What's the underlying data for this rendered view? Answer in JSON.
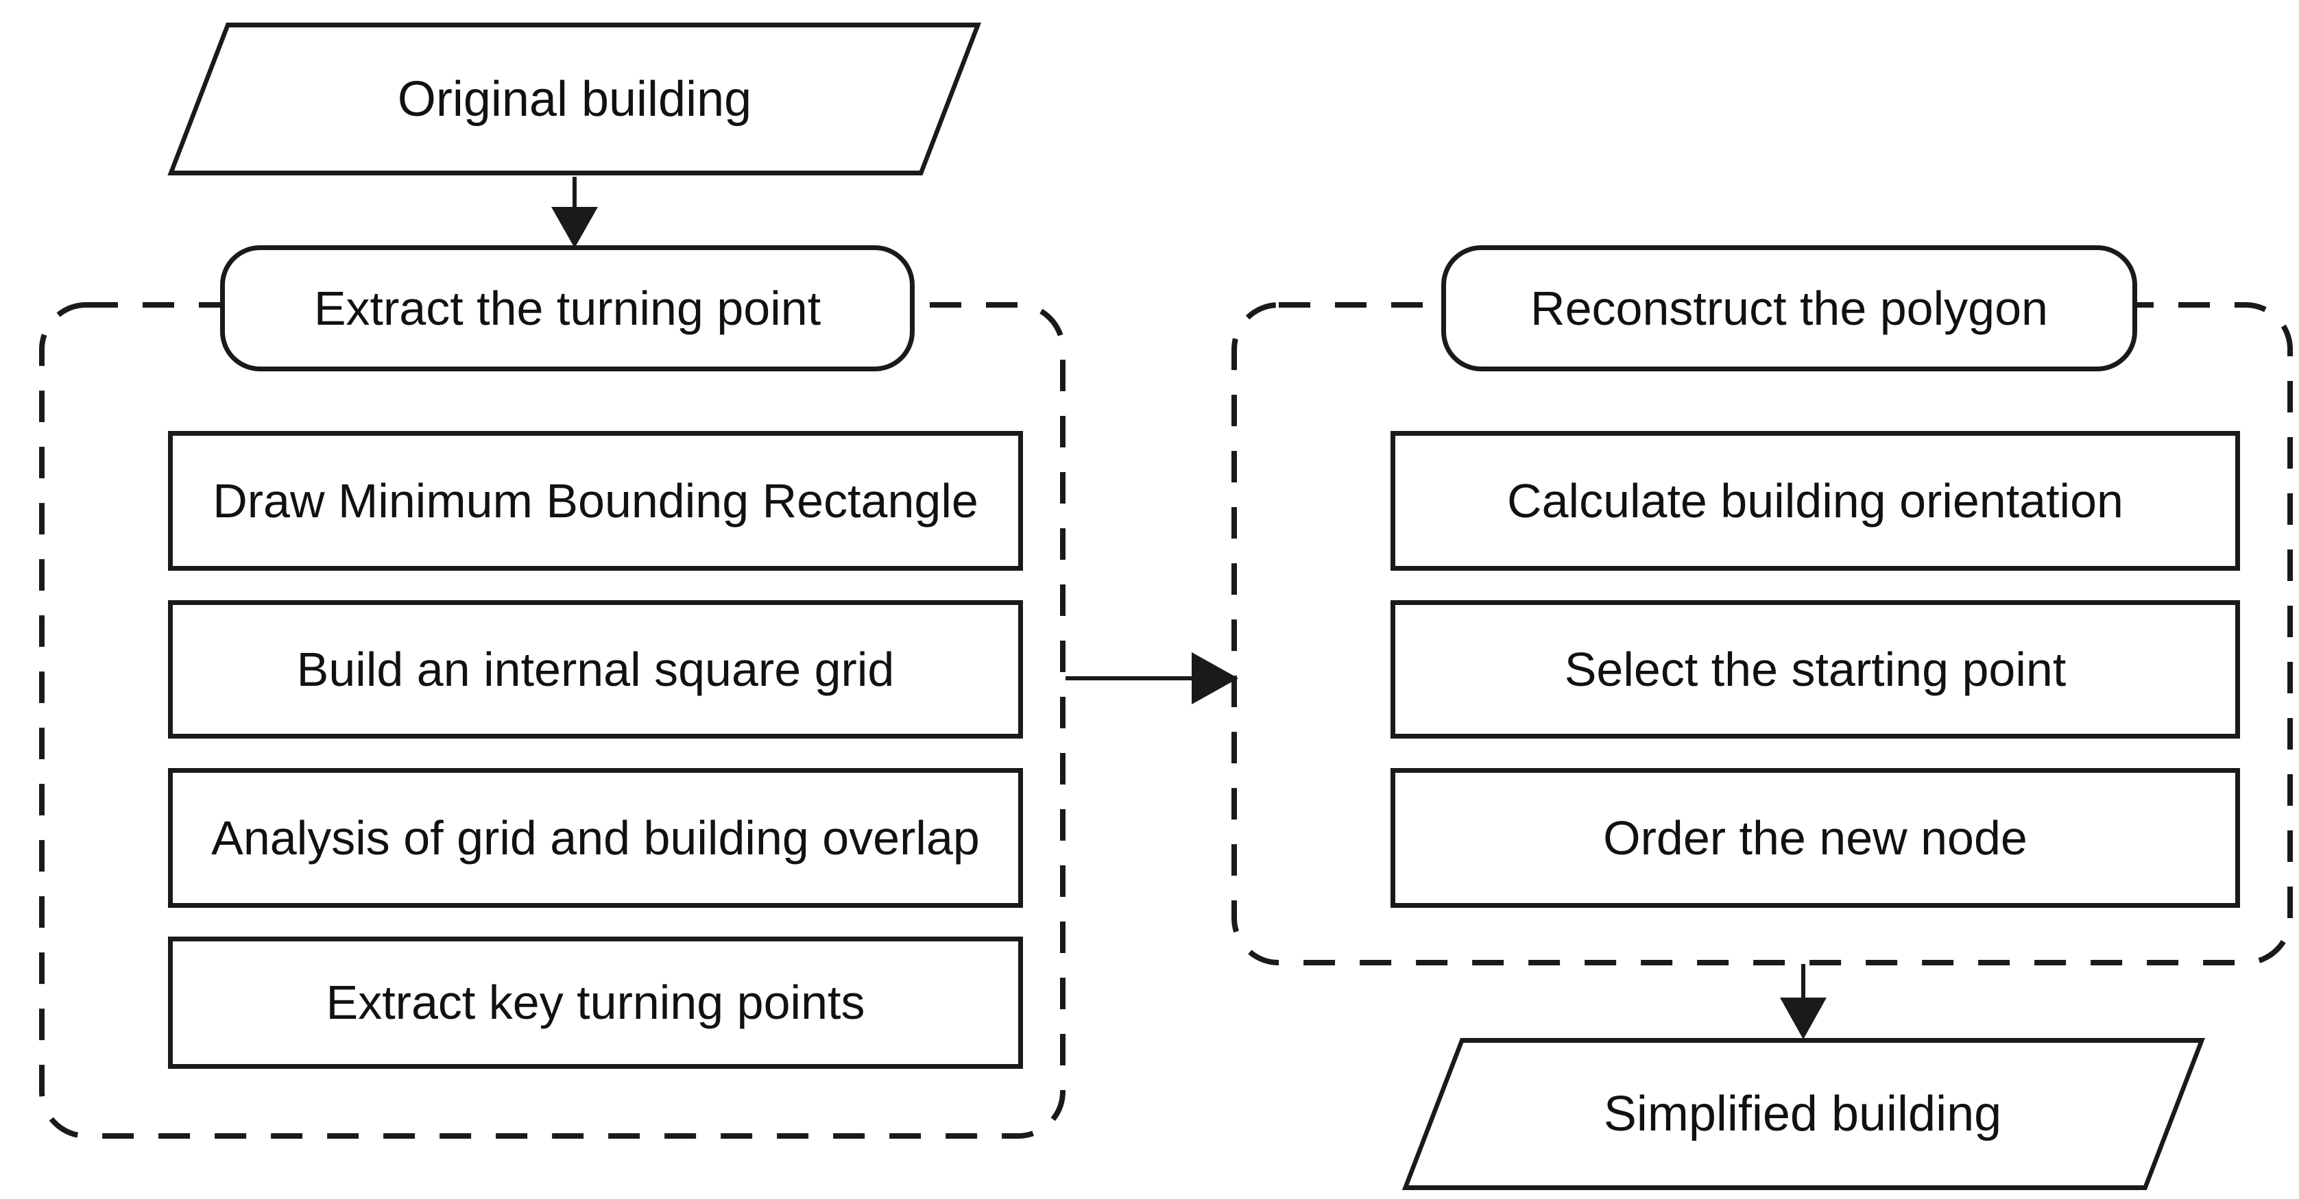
{
  "colors": {
    "stroke": "#1a1a1a",
    "text": "#111111",
    "background": "#ffffff"
  },
  "nodes": {
    "original_building": "Original building",
    "extract_turning_point": "Extract the turning point",
    "left_steps": [
      "Draw Minimum Bounding Rectangle",
      "Build an internal square grid",
      "Analysis of grid and building overlap",
      "Extract key turning points"
    ],
    "reconstruct_polygon": "Reconstruct the polygon",
    "right_steps": [
      "Calculate building orientation",
      "Select the starting point",
      "Order the new node"
    ],
    "simplified_building": "Simplified building"
  }
}
